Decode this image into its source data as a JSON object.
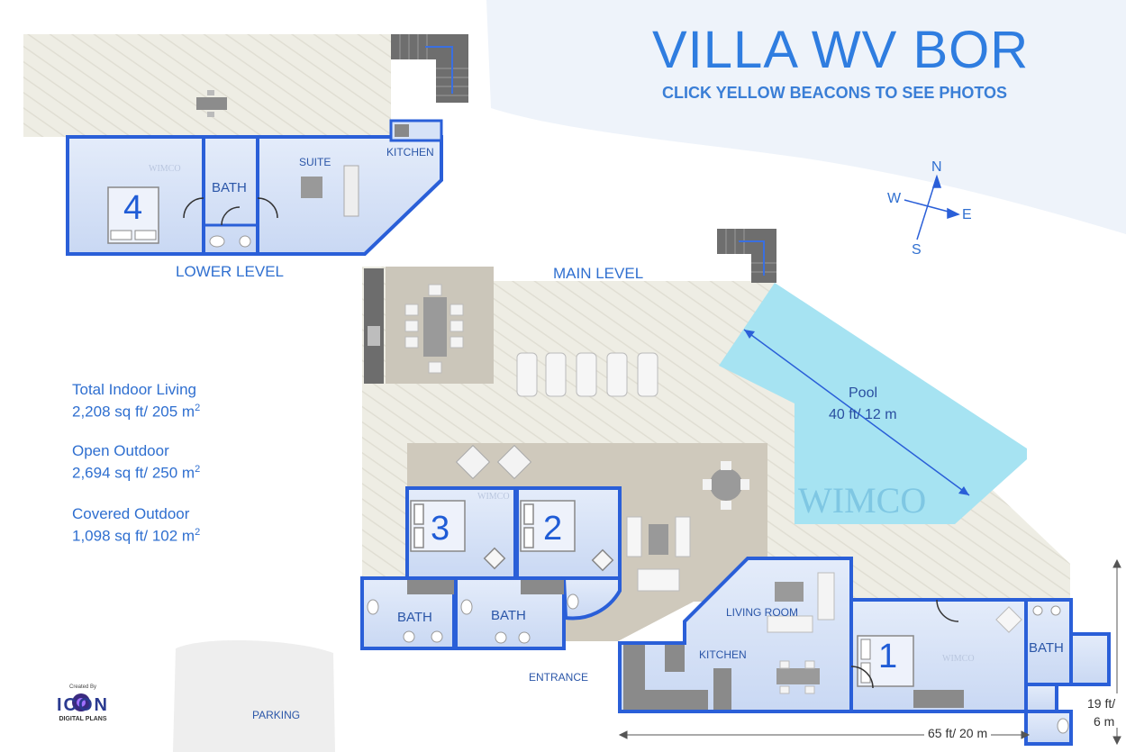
{
  "header": {
    "title": "VILLA WV BOR",
    "subtitle": "CLICK YELLOW BEACONS TO SEE PHOTOS"
  },
  "levels": {
    "lower": "LOWER LEVEL",
    "main": "MAIN LEVEL"
  },
  "stats": [
    {
      "label": "Total Indoor Living",
      "value": "2,208 sq ft/ 205 m",
      "sup": "2"
    },
    {
      "label": "Open Outdoor",
      "value": "2,694 sq ft/ 250 m",
      "sup": "2"
    },
    {
      "label": "Covered Outdoor",
      "value": "1,098 sq ft/ 102 m",
      "sup": "2"
    }
  ],
  "rooms": {
    "suite": "SUITE",
    "kitchen_lower": "KITCHEN",
    "bath_lower": "BATH",
    "bedroom_4": "4",
    "bedroom_3": "3",
    "bedroom_2": "2",
    "bedroom_1": "1",
    "bath_a": "BATH",
    "bath_b": "BATH",
    "bath_c": "BATH",
    "living_room": "LIVING ROOM",
    "kitchen_main": "KITCHEN",
    "entrance": "ENTRANCE",
    "parking": "PARKING"
  },
  "pool": {
    "label": "Pool",
    "size": "40 ft/ 12 m"
  },
  "dimensions": {
    "width": "65 ft/ 20 m",
    "depth_line1": "19 ft/",
    "depth_line2": "6 m"
  },
  "compass": {
    "n": "N",
    "s": "S",
    "e": "E",
    "w": "W"
  },
  "watermarks": [
    "WIMCO",
    "WIMCO",
    "WIMCO",
    "WIMCO"
  ],
  "logo": {
    "created_by": "Created By",
    "name": "ICON",
    "tagline": "DIGITAL PLANS"
  },
  "colors": {
    "wall": "#2a5fd8",
    "room_fill": "#d6e2f7",
    "deck": "#ecebe1",
    "patio": "#d1cbbe",
    "pool": "#a6e3f2",
    "accent_text": "#2f7de0"
  }
}
